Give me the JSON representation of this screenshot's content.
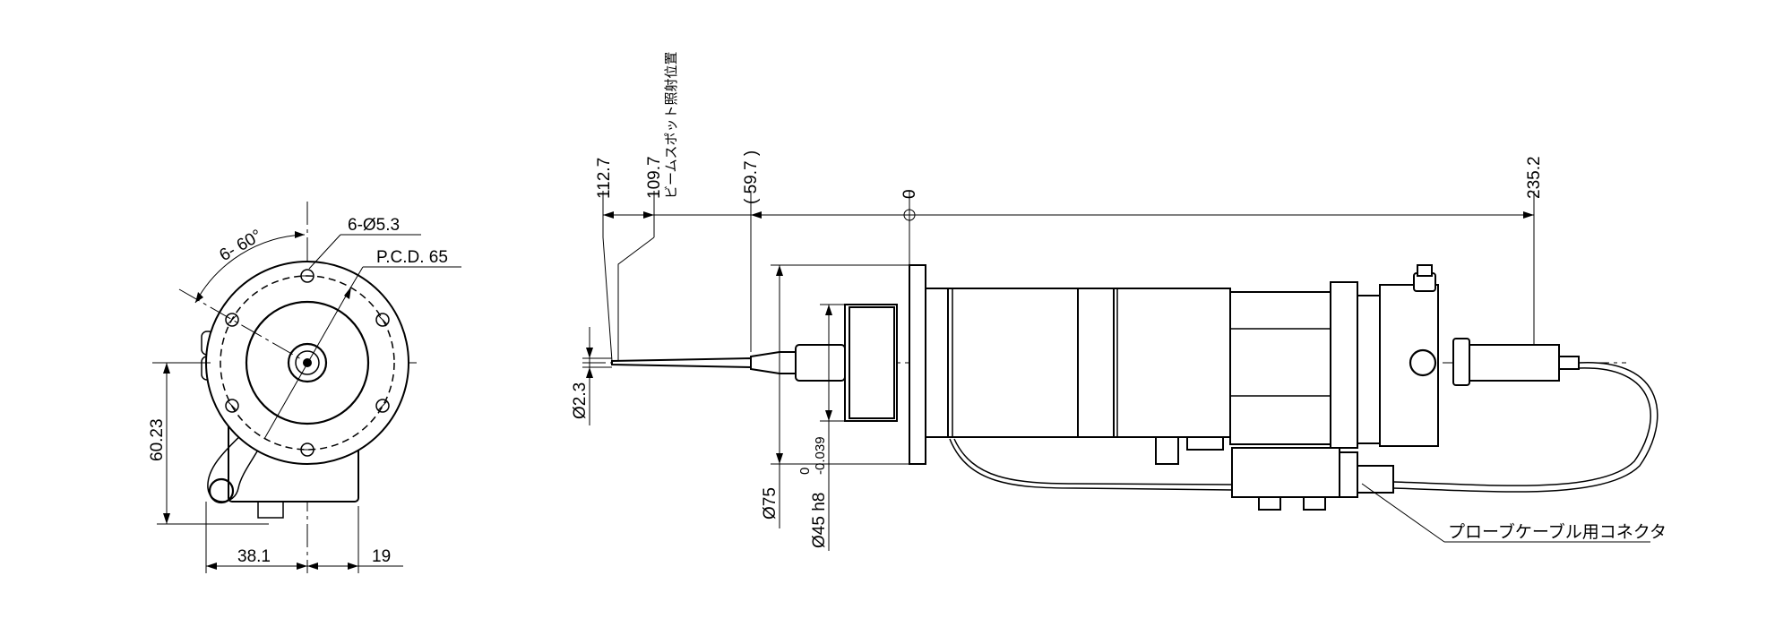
{
  "front_view": {
    "angle_label": "6- 60°",
    "hole_label": "6-Ø5.3",
    "pcd_label": "P.C.D. 65",
    "height_dim": "60.23",
    "width_left_dim": "38.1",
    "width_right_dim": "19"
  },
  "side_view": {
    "dim_112_7": "112.7",
    "dim_109_7": "109.7",
    "beam_spot_label": "ビームスポット照射位置",
    "dim_59_7": "( 59.7 )",
    "dim_zero": "0",
    "dim_235_2": "235.2",
    "dim_dia_2_3": "Ø2.3",
    "dim_dia_75": "Ø75",
    "dim_dia_45": "Ø45 h8",
    "tol_upper": "0",
    "tol_lower": "-0.039",
    "connector_label": "プローブケーブル用コネクタ"
  }
}
